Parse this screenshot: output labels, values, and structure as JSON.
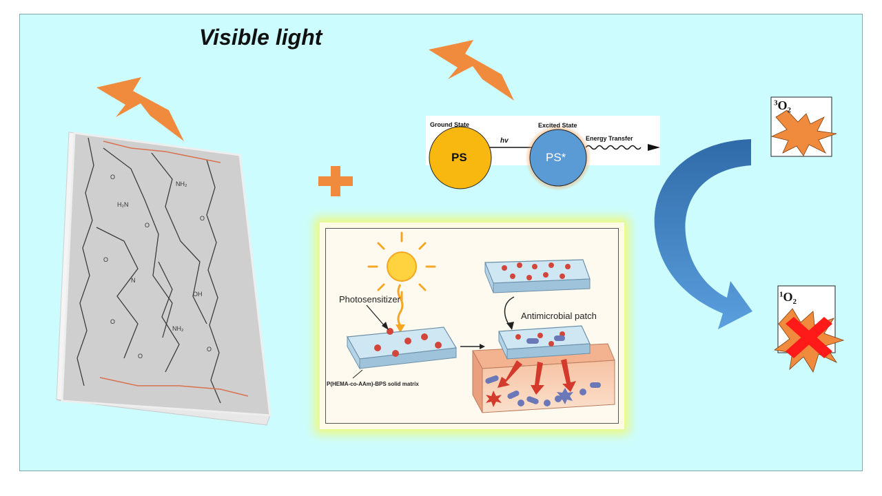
{
  "title": "Visible light",
  "energy_diagram": {
    "ground_label": "Ground State",
    "excited_label": "Excited State",
    "transfer_label": "Energy Transfer",
    "hv_label": "hv",
    "ps_label": "PS",
    "ps_excited_label": "PS*"
  },
  "panel": {
    "photosensitizer_label": "Photosensitizer",
    "patch_label": "Antimicrobial patch",
    "matrix_label": "P(HEMA-co-AAm)-BPS solid matrix"
  },
  "oxygen": {
    "triplet_sup": "3",
    "triplet_main": "O",
    "triplet_sub": "2",
    "singlet_sup": "1",
    "singlet_main": "O",
    "singlet_sub": "2"
  },
  "colors": {
    "background": "#ccfcfd",
    "bolt": "#f08a3c",
    "ps_yellow": "#f8b80f",
    "ps_blue": "#5b9bd5",
    "arrow_blue": "#4a86c4",
    "cross_red": "#ff1a1a",
    "chem_orange": "#d9704e"
  },
  "icons": [
    "lightning-bolt-icon",
    "plus-icon",
    "sun-icon",
    "starburst-icon",
    "cross-icon"
  ]
}
